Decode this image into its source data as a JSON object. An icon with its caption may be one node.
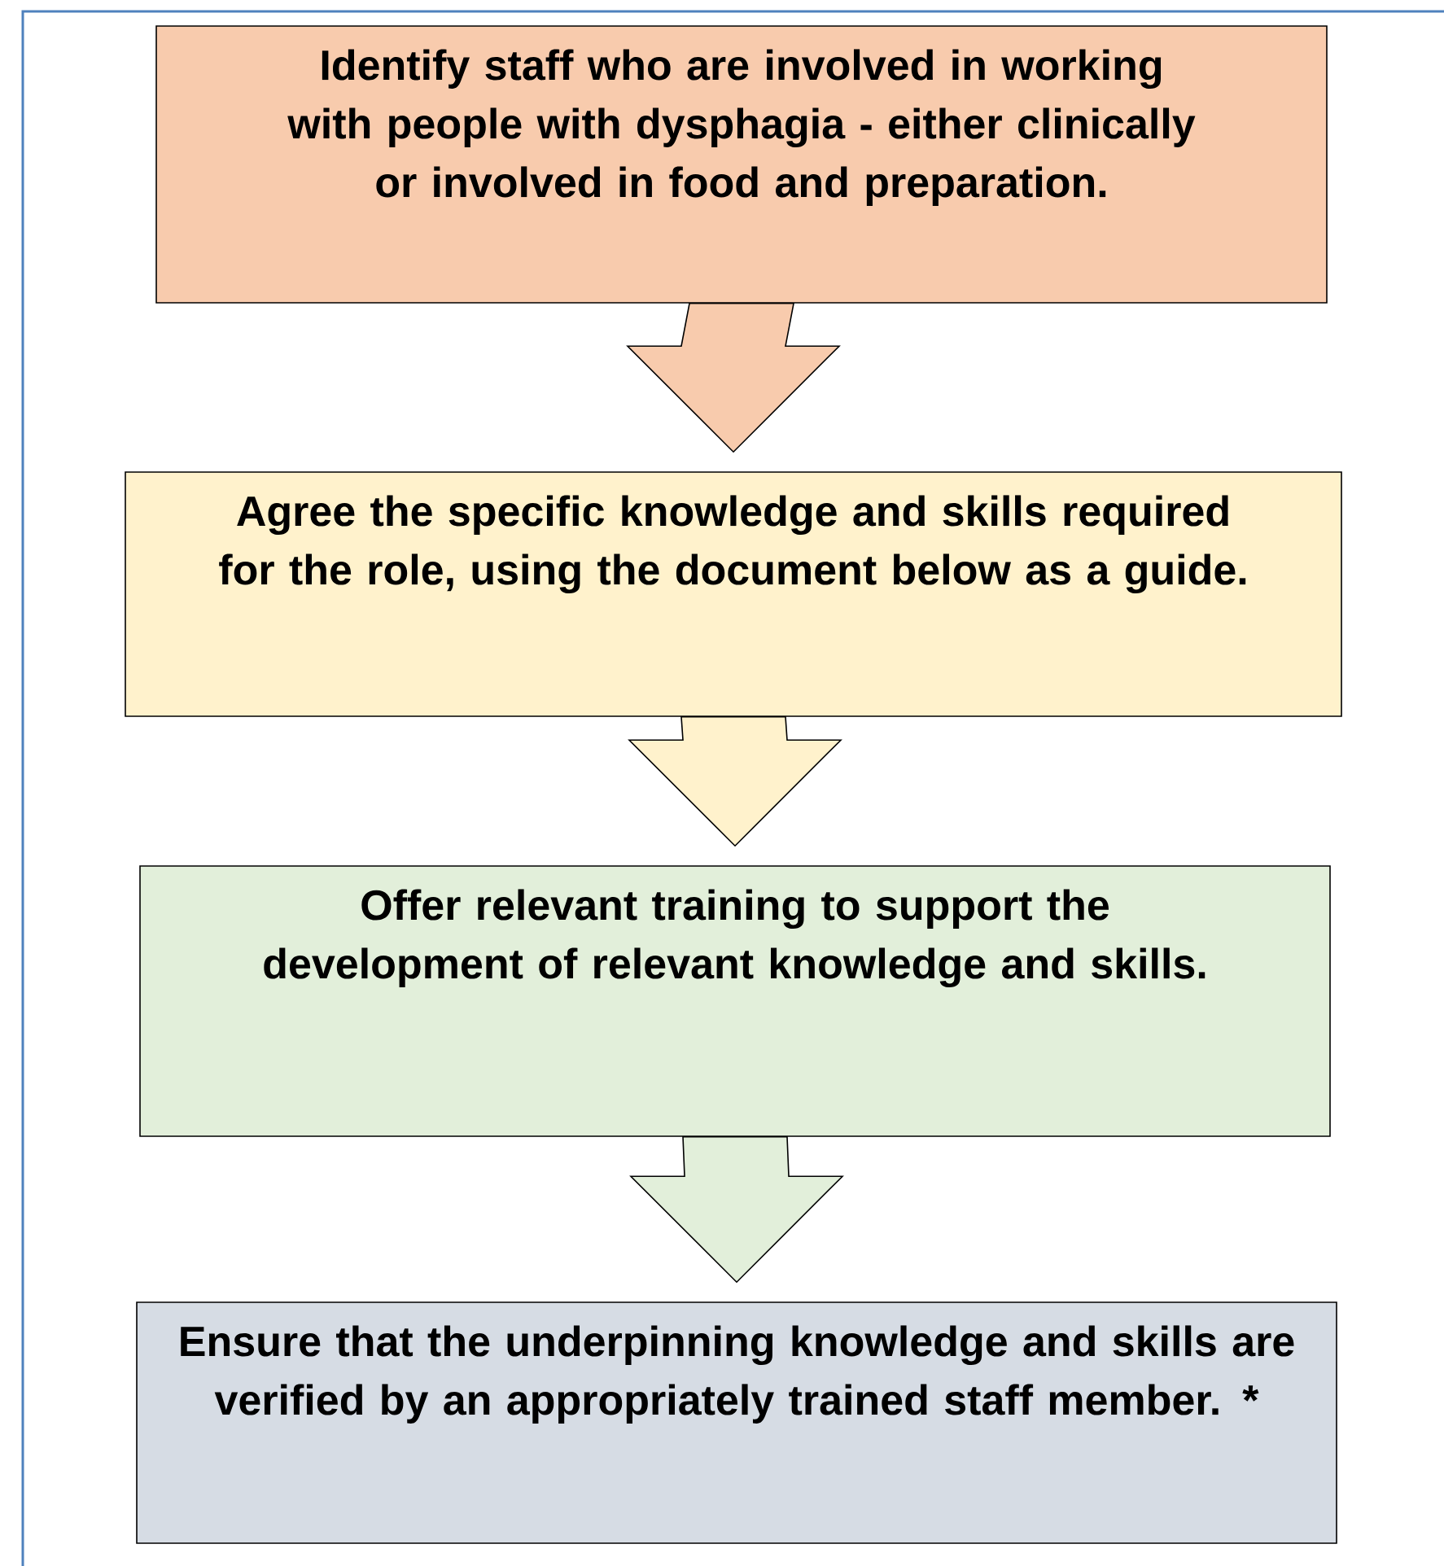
{
  "diagram": {
    "nodes": [
      {
        "text": [
          "Identify staff who are involved in working with people with dysphagia - either clinically or involved in food and preparation."
        ]
      },
      {
        "text": [
          "Agree the specific knowledge and skills required for the role, using the document below as a guide."
        ]
      },
      {
        "text": [
          "Offer relevant training to support the development of relevant knowledge and skills."
        ]
      },
      {
        "text": [
          "Ensure that the underpinning knowledge and skills are verified by an appropriately trained staff member. *"
        ]
      }
    ],
    "edges": [
      {
        "from": 0,
        "to": 1,
        "arrow": "to"
      },
      {
        "from": 1,
        "to": 2,
        "arrow": "to"
      },
      {
        "from": 2,
        "to": 3,
        "arrow": "to"
      }
    ]
  }
}
